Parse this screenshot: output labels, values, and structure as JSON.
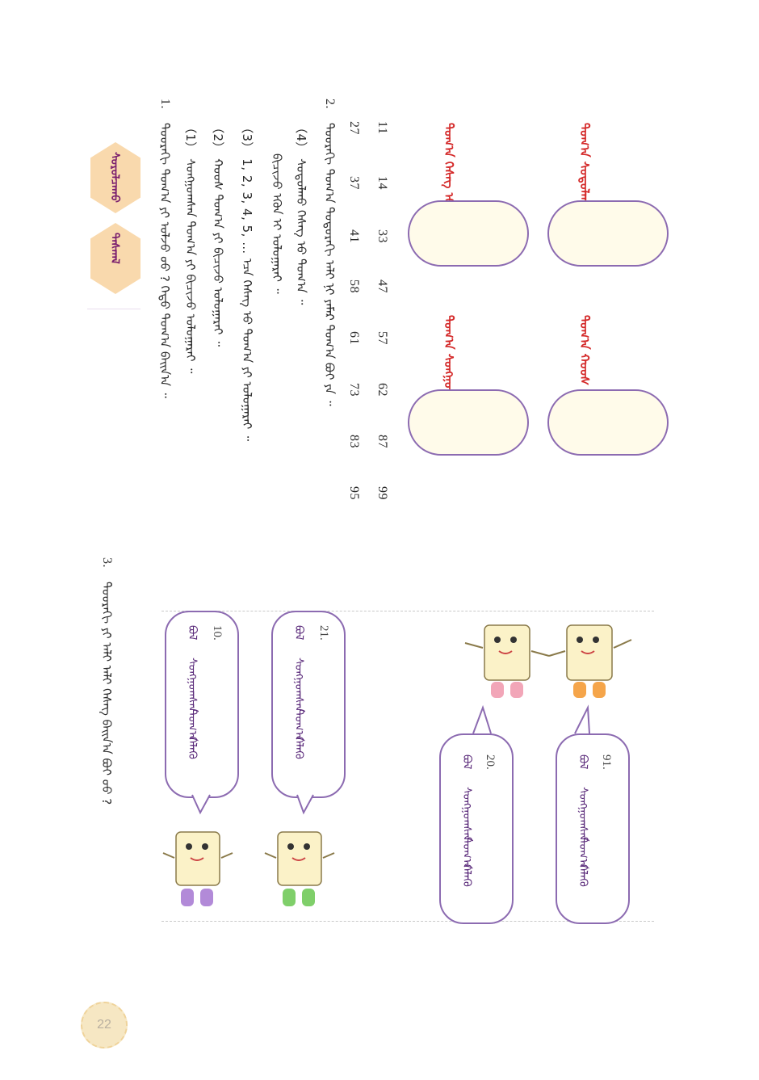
{
  "problem2": {
    "number": "2.",
    "instruction": "ᠳᠣᠤᠷᠠᠬᠢ ᠲᠣᠭ᠎ᠠ ᠳᠣᠲᠣᠷᠠᠬᠢ ᠠᠯᠢ ᠨᠢ ᠶᠠᠮᠠᠷ ᠲᠣᠭ᠎ᠠ ᠪᠤᠢ ᠶᠠ ᠃",
    "sub4": "（4） ᠰᠤᠳᠤᠯᠬᠤ ᠬᠡᠰᠡᠭ ᠦ᠋ ᠲᠣᠭ᠎ᠠ ᠃",
    "sub4_cont": "ᠪᠢᠴᠢᠵᠦ ᠡᠭᠦᠨ ᠢ ᠣᠯᠤᠭᠠᠷᠠᠢ ᠃",
    "sub3": "（3） 1, 2, 3, 4, 5, … ᠡᠴᠡ ᠬᠡᠰᠡᠭ ᠦ᠋ ᠲᠣᠭ᠎ᠠ ᠶᠢ ᠣᠯᠤᠭᠠᠷᠠᠢ ᠃",
    "sub2": "（2） ᠬᠣᠣᠰ ᠲᠣᠭ᠎ᠠ ᠶᠢ ᠪᠢᠴᠢᠵᠦ ᠣᠯᠤᠭᠠᠷᠠᠢ ᠃",
    "sub1": "（1） ᠰᠤᠩᠭᠤᠭᠰᠠᠨ ᠲᠣᠭ᠎ᠠ ᠶᠢ ᠪᠢᠴᠢᠵᠦ ᠣᠯᠤᠭᠠᠷᠠᠢ ᠃"
  },
  "numbers": {
    "row_top": [
      "11",
      "14",
      "33",
      "47",
      "57",
      "62",
      "87",
      "99"
    ],
    "row_bottom": [
      "27",
      "37",
      "41",
      "58",
      "61",
      "73",
      "83",
      "95"
    ]
  },
  "categories": {
    "cat1": "ᠲᠣᠭ᠎ᠠ ᠰᠤᠳᠤᠯᠬᠤ",
    "cat2": "ᠲᠣᠭ᠎ᠠ ᠬᠣᠣᠰ",
    "cat3": "ᠲᠣᠭ᠎ᠠ ᠬᠡᠰᠡᠭ ᠦ᠋",
    "cat4": "ᠲᠣᠭ᠎ᠠ ᠰᠤᠩᠭᠤᠭᠰᠠᠨ"
  },
  "problem1": {
    "number": "1.",
    "text": "ᠳᠣᠤᠷᠠᠬᠢ ᠲᠣᠭ᠎ᠠ ᠶᠢ ᠣᠯᠵᠤ ᠤᠤ ? ᠬᠡᠳᠦ ᠲᠣᠭ᠎ᠠ ᠪᠠᠢᠨ᠎ᠠ ᠃"
  },
  "tags": {
    "tag1": "ᠰᠤᠷᠤᠯᠴᠠᠬᠤ",
    "tag2": "ᠳᠠᠰᠬᠠᠯ"
  },
  "problem3": {
    "number": "3.",
    "text": "ᠳᠣᠤᠷᠠᠬᠢ ᠶᠢ ᠠᠯᠢ ᠠᠯᠢ ᠬᠡᠰᠡᠭ ᠪᠠᠢᠨ᠎ᠠ ᠪᠤᠢ ᠤᠤ ?"
  },
  "bubbles": [
    {
      "num": "91.",
      "line1": "ᠪᠣᠯ",
      "line2": "ᠰᠤᠩᠭᠤᠭᠰᠠᠨ",
      "line3": "ᠲᠣᠭ᠎ᠠ",
      "line4": "ᠬᠡᠯᠡᠬᠦ"
    },
    {
      "num": "20.",
      "line1": "ᠪᠣᠯ",
      "line2": "ᠰᠤᠩᠭᠤᠭᠰᠠᠨ",
      "line3": "ᠲᠣᠭ᠎ᠠ",
      "line4": "ᠬᠡᠯᠡᠬᠦ"
    },
    {
      "num": "21.",
      "line1": "ᠪᠣᠯ",
      "line2": "ᠰᠤᠩᠭᠤᠭᠰᠠᠨ",
      "line3": "ᠲᠣᠭ᠎ᠠ",
      "line4": "ᠬᠡᠯᠡᠬᠦ"
    },
    {
      "num": "10.",
      "line1": "ᠪᠣᠯ",
      "line2": "ᠰᠤᠩᠭᠤᠭᠰᠠᠨ",
      "line3": "ᠲᠣᠭ᠎ᠠ",
      "line4": "ᠬᠡᠯᠡᠬᠦ"
    }
  ],
  "page_number": "22",
  "colors": {
    "accent_purple": "#8c6bb1",
    "label_red": "#d42a2a",
    "hex_fill": "#f9d9ad",
    "badge_fill": "#f6e7c3"
  }
}
